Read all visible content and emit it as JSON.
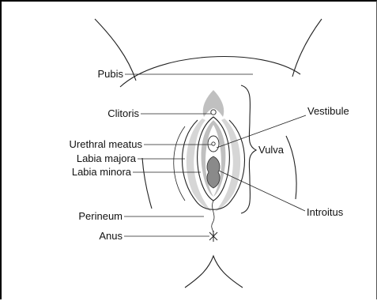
{
  "labels": {
    "pubis": "Pubis",
    "clitoris": "Clitoris",
    "urethral_meatus": "Urethral meatus",
    "labia_majora": "Labia majora",
    "labia_minora": "Labia minora",
    "perineum": "Perineum",
    "anus": "Anus",
    "vestibule": "Vestibule",
    "vulva": "Vulva",
    "introitus": "Introitus"
  }
}
